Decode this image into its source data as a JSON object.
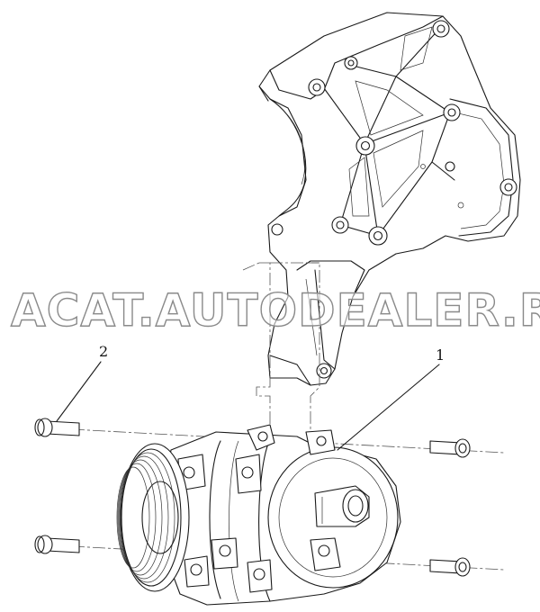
{
  "callouts": [
    {
      "id": "1",
      "label": "1"
    },
    {
      "id": "2",
      "label": "2"
    }
  ],
  "watermark": {
    "text": "ACAT.AUTODEALER.RU"
  },
  "colors": {
    "line": "#1a1a1a",
    "watermark_stroke": "#8a8a8a",
    "background": "#ffffff"
  }
}
